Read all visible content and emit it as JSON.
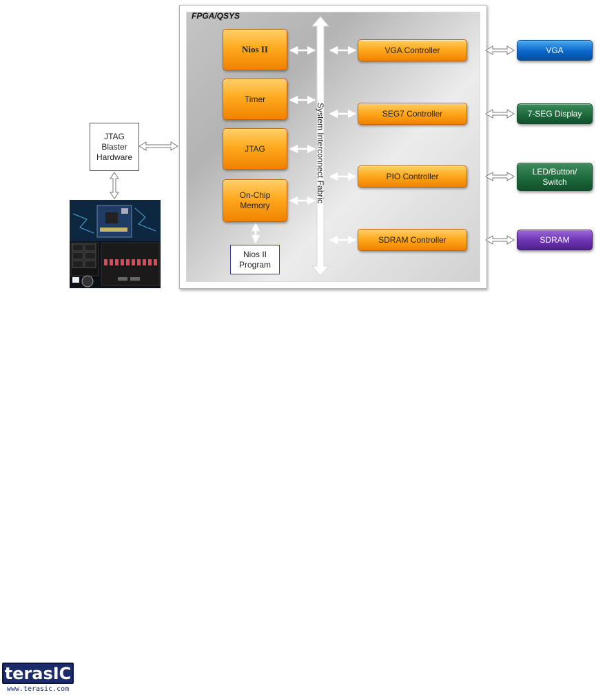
{
  "diagram": {
    "panel_title": "FPGA/QSYS",
    "fabric_label": "System Interconnect Fabric",
    "left_blocks": {
      "nios": "Nios II",
      "timer": "Timer",
      "jtag": "JTAG",
      "onchip": "On-Chip Memory"
    },
    "controllers": {
      "vga": "VGA Controller",
      "seg7": "SEG7 Controller",
      "pio": "PIO Controller",
      "sdram": "SDRAM Controller"
    },
    "peripherals": {
      "vga": "VGA",
      "seg": "7-SEG Display",
      "led": "LED/Button/ Switch",
      "sdram": "SDRAM"
    },
    "jtag_hardware": "JTAG Blaster Hardware",
    "nios_program": "Nios II Program"
  },
  "logo": {
    "text": "terasIC",
    "url": "www.terasic.com"
  },
  "colors": {
    "orange": "#ffaa1e",
    "vga_blue": "#0a66c9",
    "seg_green": "#1d6a3c",
    "sdram_purple": "#6b33b0",
    "logo_navy": "#1b2a6b"
  }
}
